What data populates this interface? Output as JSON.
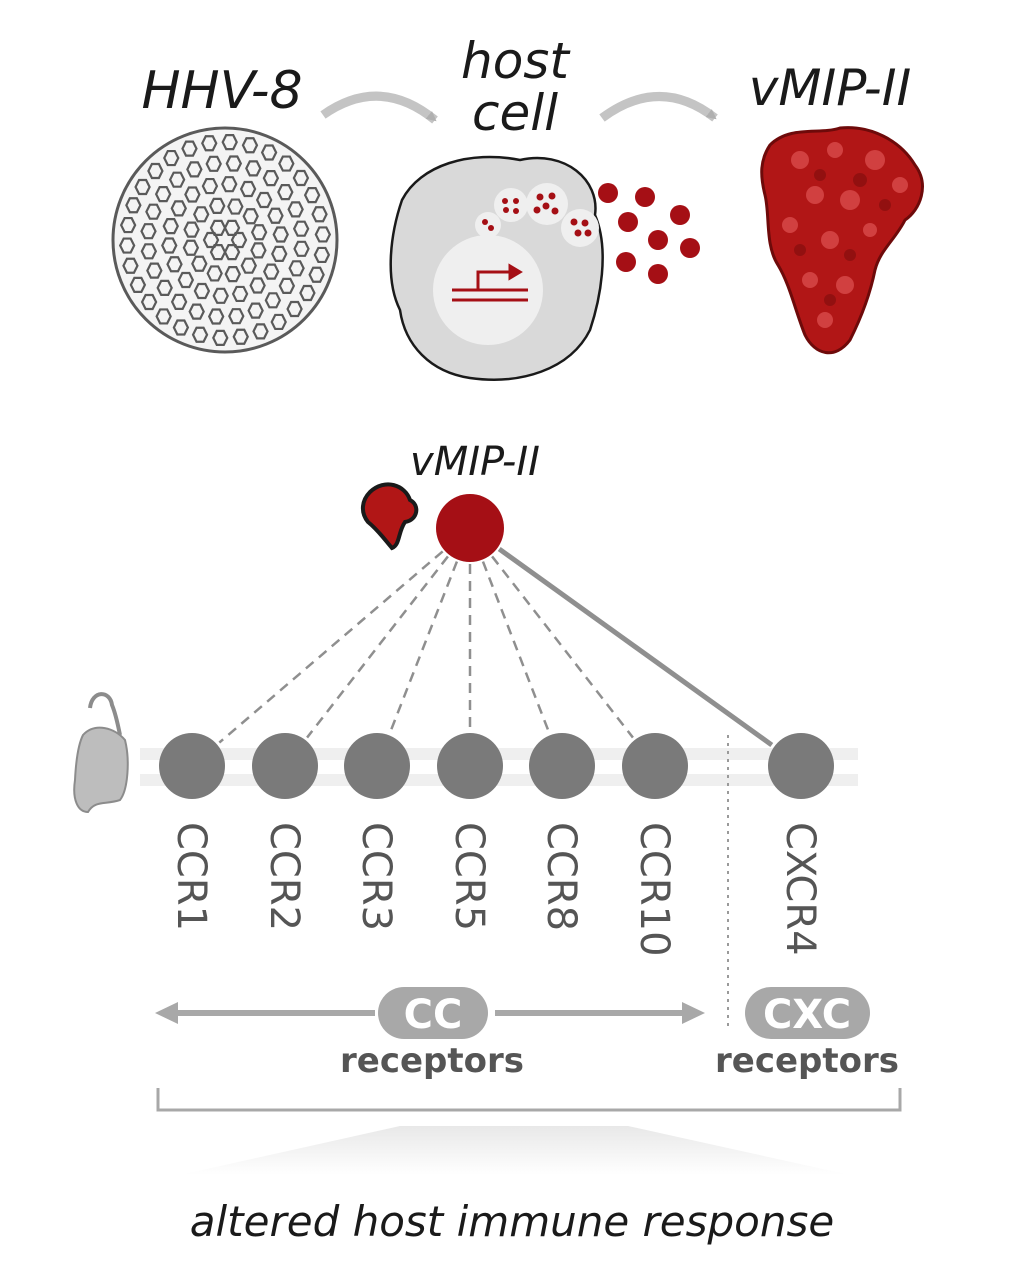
{
  "top": {
    "virus_label": "HHV-8",
    "host_label_line1": "host",
    "host_label_line2": "cell",
    "protein_label": "vMIP-II"
  },
  "middle": {
    "ligand_label": "vMIP-II"
  },
  "receptors": [
    {
      "name": "CCR1",
      "link": "dashed"
    },
    {
      "name": "CCR2",
      "link": "dashed"
    },
    {
      "name": "CCR3",
      "link": "dashed"
    },
    {
      "name": "CCR5",
      "link": "dashed"
    },
    {
      "name": "CCR8",
      "link": "dashed"
    },
    {
      "name": "CCR10",
      "link": "dashed"
    },
    {
      "name": "CXCR4",
      "link": "solid"
    }
  ],
  "groups": {
    "cc_badge": "CC",
    "cc_caption": "receptors",
    "cxc_badge": "CXC",
    "cxc_caption": "receptors"
  },
  "outcome": "altered host immune response",
  "colors": {
    "accent_red": "#a50f15",
    "receptor_gray": "#7a7a7a",
    "line_gray": "#9a9a9a",
    "cell_gray": "#d9d9d9"
  }
}
